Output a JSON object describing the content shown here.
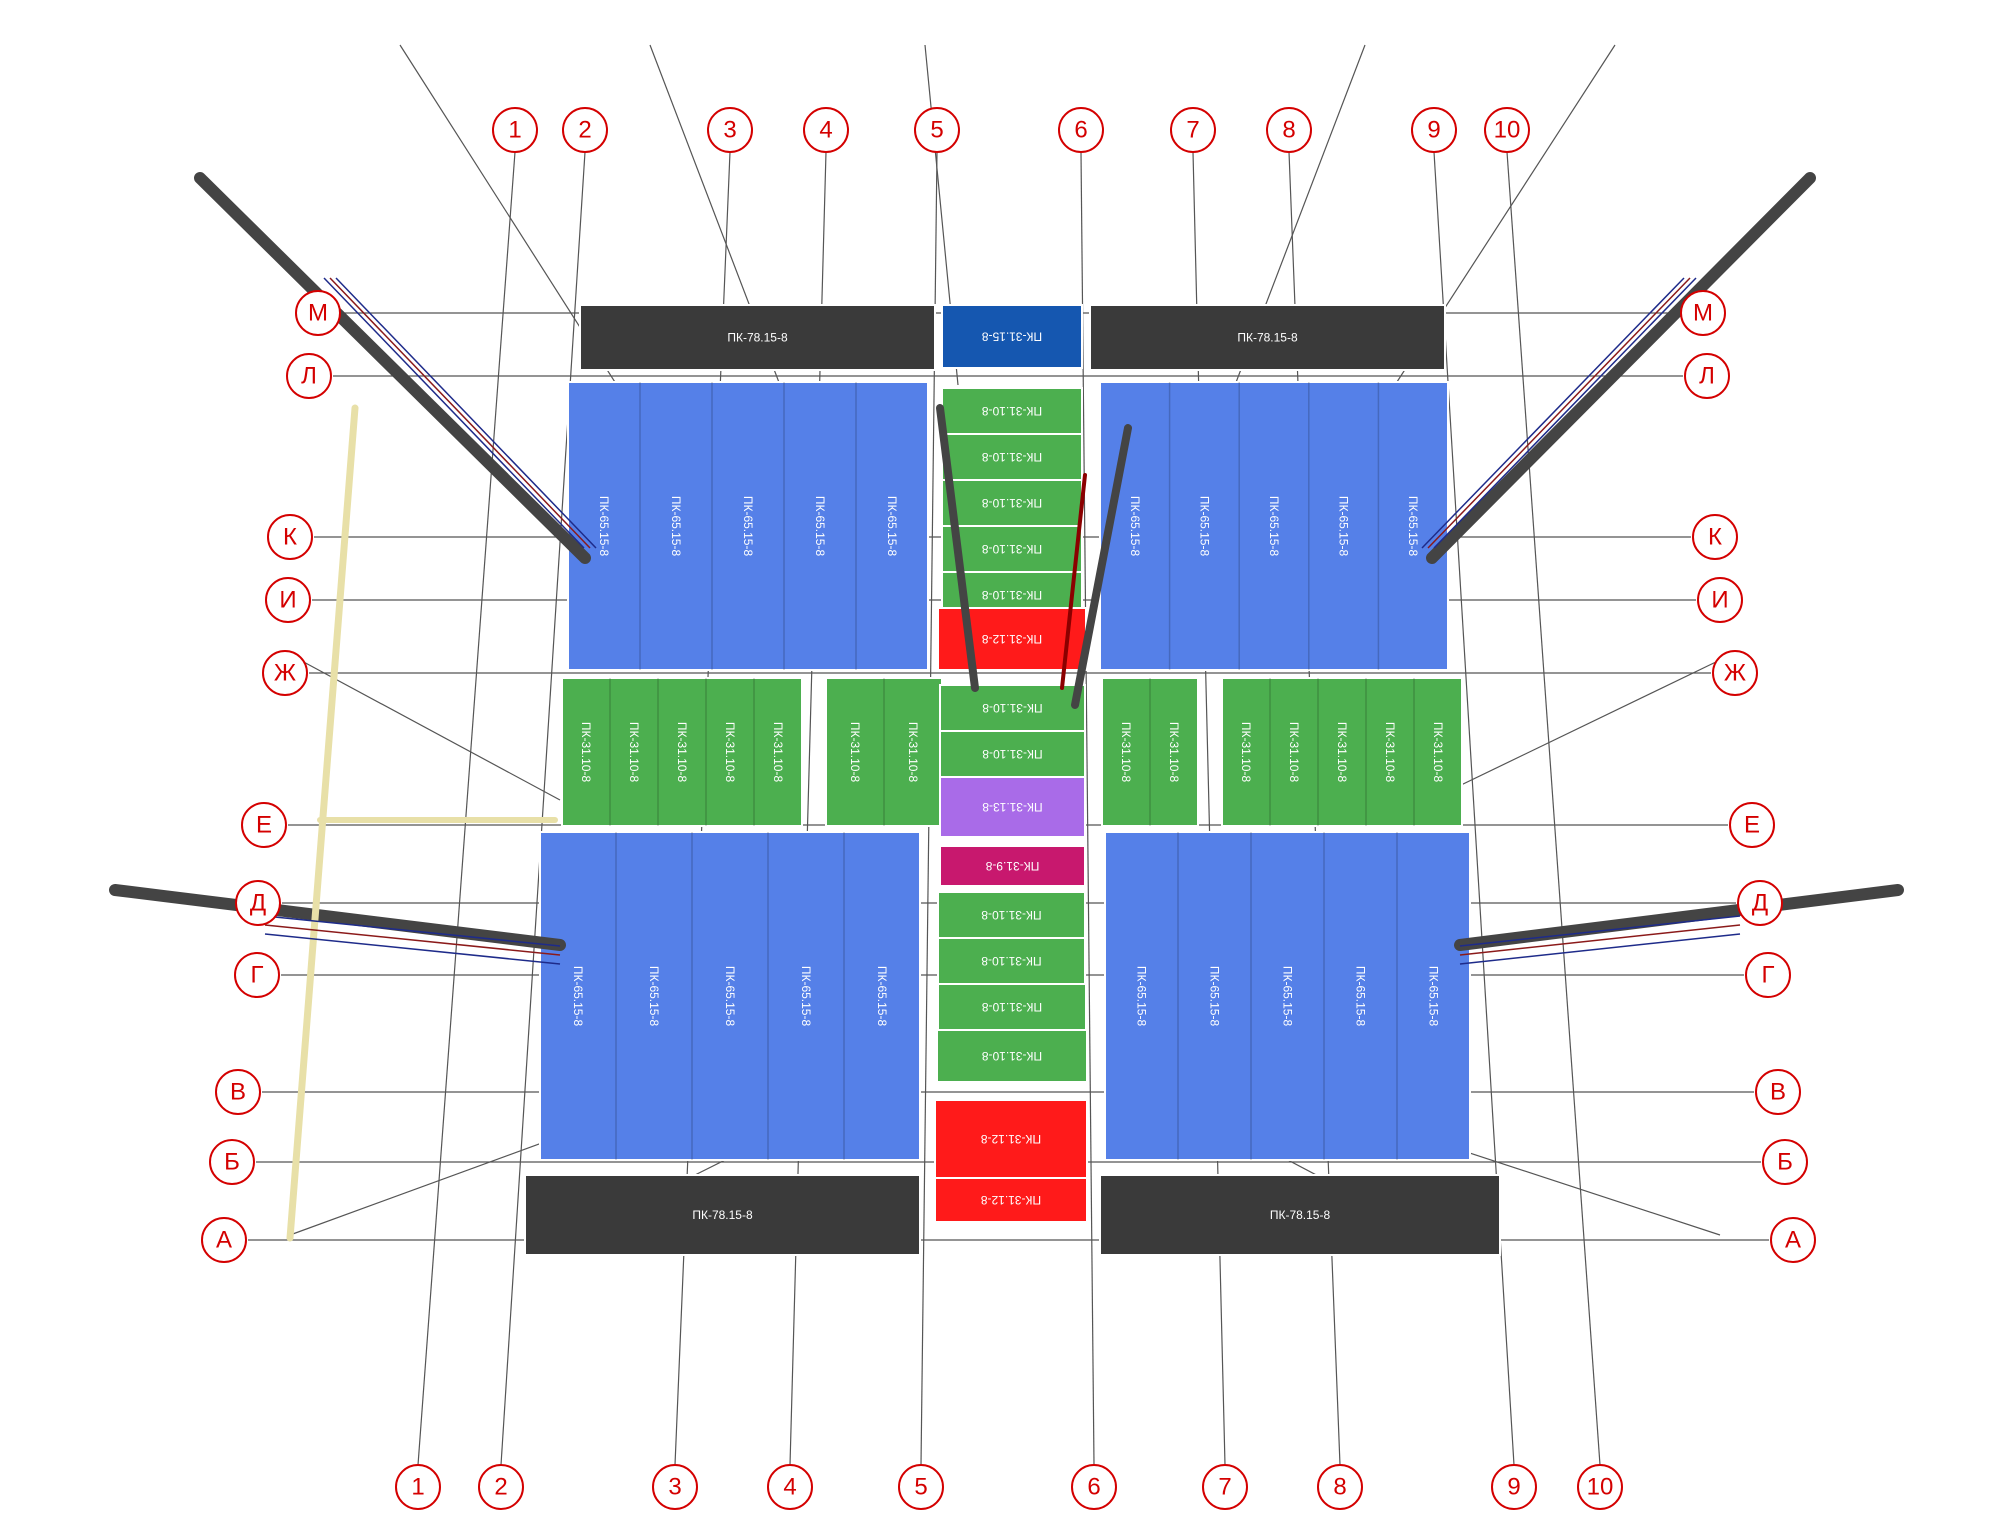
{
  "axes": {
    "columns": [
      "1",
      "2",
      "3",
      "4",
      "5",
      "6",
      "7",
      "8",
      "9",
      "10"
    ],
    "rows": [
      "М",
      "Л",
      "К",
      "И",
      "Ж",
      "Е",
      "Д",
      "Г",
      "В",
      "Б",
      "А"
    ]
  },
  "slab_labels": {
    "pk78": "ПК-78.15-8",
    "pk31_15": "ПК-31.15-8",
    "pk65": "ПК-65.15-8",
    "pk31_10": "ПК-31.10-8",
    "pk31_12": "ПК-31.12-8",
    "pk31_13": "ПК-31.13-8",
    "pk31_9": "ПК-31.9-8"
  },
  "colors": {
    "axis_red": "#d40000",
    "slab_dark": "#3a3a3a",
    "slab_blue": "#5580e8",
    "slab_darkblue": "#1557b0",
    "slab_green": "#4caf4f",
    "slab_red": "#ff1a1a",
    "slab_violet": "#a96be8",
    "slab_magenta": "#c8186e",
    "pipe": "#444444",
    "rod": "#e8e0a8"
  }
}
